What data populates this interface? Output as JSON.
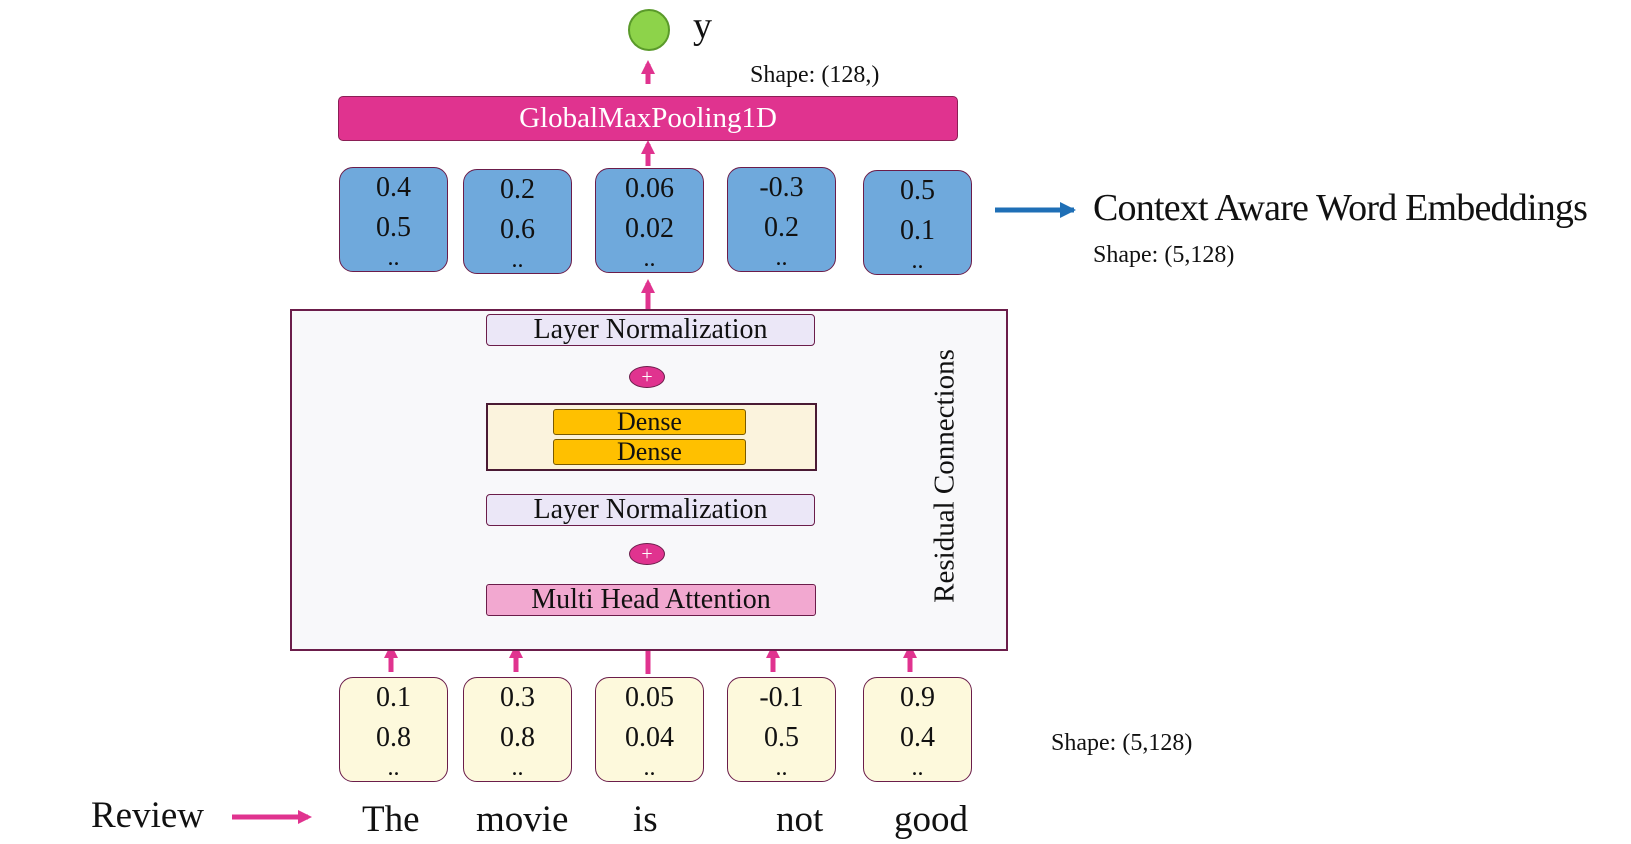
{
  "output": {
    "label": "y",
    "shape": "Shape: (128,)"
  },
  "pooling": {
    "label": "GlobalMaxPooling1D"
  },
  "context_embeddings": {
    "label": "Context Aware Word Embeddings",
    "shape": "Shape: (5,128)",
    "vectors": [
      {
        "v1": "0.4",
        "v2": "0.5",
        "more": ".."
      },
      {
        "v1": "0.2",
        "v2": "0.6",
        "more": ".."
      },
      {
        "v1": "0.06",
        "v2": "0.02",
        "more": ".."
      },
      {
        "v1": "-0.3",
        "v2": "0.2",
        "more": ".."
      },
      {
        "v1": "0.5",
        "v2": "0.1",
        "more": ".."
      }
    ]
  },
  "encoder": {
    "layer_norm_top": "Layer Normalization",
    "add_top": "+",
    "dense_1": "Dense",
    "dense_2": "Dense",
    "layer_norm_bottom": "Layer Normalization",
    "add_bottom": "+",
    "attention": "Multi Head Attention",
    "residual_label": "Residual Connections"
  },
  "input_embeddings": {
    "shape": "Shape: (5,128)",
    "vectors": [
      {
        "v1": "0.1",
        "v2": "0.8",
        "more": ".."
      },
      {
        "v1": "0.3",
        "v2": "0.8",
        "more": ".."
      },
      {
        "v1": "0.05",
        "v2": "0.04",
        "more": ".."
      },
      {
        "v1": "-0.1",
        "v2": "0.5",
        "more": ".."
      },
      {
        "v1": "0.9",
        "v2": "0.4",
        "more": ".."
      }
    ]
  },
  "review": {
    "label": "Review",
    "tokens": [
      "The",
      "movie",
      "is",
      "not",
      "good"
    ]
  },
  "colors": {
    "pink_arrow": "#e0338f",
    "blue_arrow": "#1f6fb6",
    "residual_line": "#2b6fa3",
    "output_node": "#8dd34a",
    "context_vector": "#6fa9dc",
    "input_vector": "#fdf9dc",
    "dense": "#ffc000",
    "attention": "#f2a8d0",
    "layer_norm": "#ebe7f7"
  }
}
